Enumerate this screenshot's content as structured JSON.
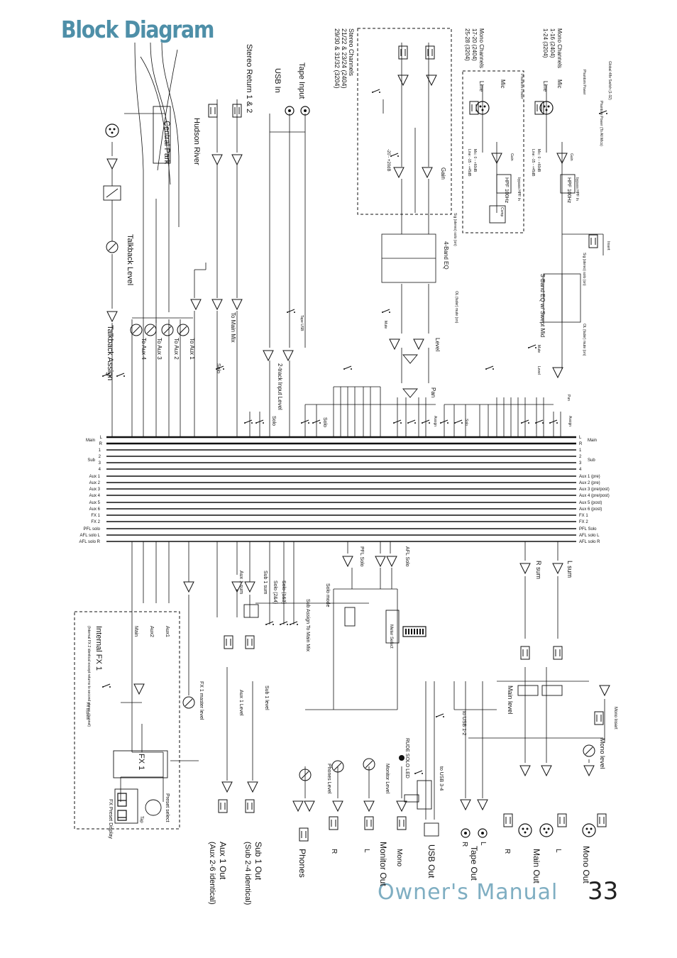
{
  "page": {
    "title": "Block Diagram",
    "footer": "Owner's Manual",
    "page_number": "33"
  },
  "colors": {
    "title": "#4e8fa8",
    "footer": "#7faec2",
    "line": "#111111"
  },
  "left_buses": [
    "Main",
    "L",
    "R",
    "1",
    "Sub",
    "2",
    "3",
    "4",
    "Aux 1",
    "Aux 2",
    "Aux 3",
    "Aux 4",
    "Aux 5",
    "Aux 6",
    "FX 1",
    "FX 2",
    "PFL solo",
    "AFL solo L",
    "AFL solo R"
  ],
  "right_buses": [
    "L",
    "Main",
    "R",
    "1",
    "2",
    "Sub",
    "3",
    "4",
    "Aux 1 (pre)",
    "Aux 2 (pre)",
    "Aux 3 (pre/post)",
    "Aux 4 (pre/post)",
    "Aux 5 (post)",
    "Aux 6 (post)",
    "FX 1",
    "FX 2",
    "PFL Solo",
    "AFL solo L",
    "AFL solo R"
  ],
  "top_labels": {
    "mono_channels_a": "Mono Channels",
    "mono_a_1": "1-16 (2404)",
    "mono_a_2": "1-24 (3204)",
    "mono_channels_b": "Mono Channels",
    "mono_b_1": "17-20 (2404)",
    "mono_b_2": "25-28 (3204)",
    "stereo_channels": "Stereo Channels",
    "stereo_1": "21/22 & 23/24 (2404)",
    "stereo_2": "29/30 & 31/32 (3204)",
    "tape_input": "Tape Input",
    "usb_in": "USB In",
    "stereo_return": "Stereo Return  1 & 2",
    "hudson_river": "Hudson River",
    "central_park": "Central Park",
    "talkback_level": "Talkback Level",
    "talkback_assign": "Talkback Assign",
    "phantom_power": "Phantom Power",
    "phantom_power_note": "Phantom Power (To All Mics)",
    "global_sw": "Global 48v Switch (1-32)",
    "mic": "Mic",
    "line": "Line",
    "gain": "Gain",
    "hpf": "HPF 100Hz",
    "bypass": "bypass HPF In",
    "comp": "Comp",
    "insert": "Insert",
    "three_band_eq": "3-Band EQ w/ Swept Mid",
    "four_band_eq": "4-Band EQ",
    "level": "Level",
    "pan": "Pan",
    "mute": "Mute",
    "assign": "Assign",
    "solo": "Solo",
    "to_main_mix": "To Main Mix",
    "to_aux_1": "To Aux 1",
    "to_aux_2": "To Aux 2",
    "to_aux_3": "To Aux 3",
    "to_aux_4": "To Aux 4",
    "two_track_input_level": "2-track Input Level",
    "tape_usb": "Tape USB",
    "mic_range": "Mic: 0 - +60dB",
    "line_range": "Line: -15 - +45dB",
    "gain_range": "-20 - +20dB",
    "sig_ol": "Sig (stereo) solo (on)",
    "ol_fader": "OL (fader) mute (on)"
  },
  "bottom_labels": {
    "internal_fx1": "Internal FX 1",
    "internal_fx1_note": "(Internal FX 2 identical except returns to second stereo channel)",
    "fx1": "FX 1",
    "fx1_master": "FX 1 master level",
    "fx_preset": "FX Preset Display",
    "preset_select": "Preset select",
    "tap": "Tap",
    "fx_bypass": "FX Bypass",
    "aux_out": "Aux 1 Out",
    "aux_out_note": "(Aux 2-6 identical)",
    "sub_out": "Sub 1 Out",
    "sub_out_note": "(Sub 2-4 identical)",
    "phones": "Phones",
    "monitor_out": "Monitor Out",
    "usb_out": "USB Out",
    "tape_out": "Tape Out",
    "main_out": "Main Out",
    "mono_out": "Mono Out",
    "main_level": "Main level",
    "mono_level": "Mono level",
    "mono_insert": "Mono Insert",
    "phones_level": "Phones Level",
    "monitor_level": "Monitor Level",
    "rude_solo_led": "RUDE SOLO LED",
    "meter_select": "Meter Select",
    "solo_mode": "Solo mode",
    "sub_assign": "Sub Assign To Main Mix",
    "aux1_level": "Aux 1 Level",
    "sub1_level": "Sub 1 level",
    "aux1_sum": "Aux 1 sum",
    "sub1_sum": "Sub 1 sum",
    "solo_1_3": "Solo (1&3)",
    "solo_2_4": "Solo (2&4)",
    "to_usb_12": "to USB 1-2",
    "to_usb_34": "to USB 3-4",
    "r_sum": "R sum",
    "l_sum": "L sum",
    "l": "L",
    "r": "R",
    "mono": "Mono",
    "main": "Main",
    "aux1": "Aux1",
    "aux2": "Aux2",
    "afl_solo": "AFL Solo",
    "pfl_solo": "PFL Solo"
  }
}
